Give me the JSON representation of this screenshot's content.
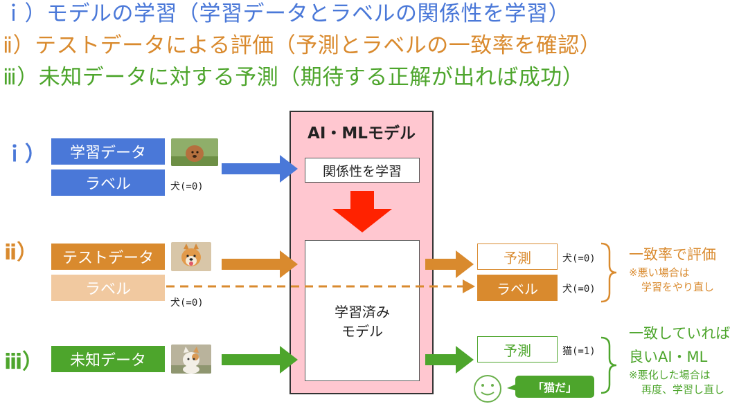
{
  "headings": {
    "line1": "ｉ）モデルの学習（学習データとラベルの関係性を学習）",
    "line2": "ⅱ）テストデータによる評価（予測とラベルの一致率を確認）",
    "line3": "ⅲ）未知データに対する予測（期待する正解が出れば成功）"
  },
  "rows": {
    "r1": {
      "roman": "ｉ）",
      "data_label": "学習データ",
      "label_label": "ラベル",
      "label_note": "犬(=0)"
    },
    "r2": {
      "roman": "ⅱ）",
      "data_label": "テストデータ",
      "label_label": "ラベル",
      "label_note": "犬(=0)"
    },
    "r3": {
      "roman": "ⅲ）",
      "data_label": "未知データ"
    }
  },
  "model": {
    "title": "AI・MLモデル",
    "relation_label": "関係性を学習",
    "trained_line1": "学習済み",
    "trained_line2": "モデル"
  },
  "outputs": {
    "pred1": "予測",
    "pred1_note": "犬(=0)",
    "label_out": "ラベル",
    "label_out_note": "犬(=0)",
    "pred2": "予測",
    "pred2_note": "猫(=1)",
    "speech": "「猫だ」"
  },
  "notes": {
    "eval_main": "一致率で評価",
    "eval_sub1": "※悪い場合は",
    "eval_sub2": "学習をやり直し",
    "good_main1": "一致していれば",
    "good_main2": "良いAI・ML",
    "good_sub1": "※悪化した場合は",
    "good_sub2": "再度、学習し直し"
  },
  "colors": {
    "blue": "#4a78d8",
    "orange": "#d98a2e",
    "light_orange": "#f1c9a0",
    "green": "#4da52c",
    "red": "#ff2200",
    "model_bg": "#ffc7d0"
  },
  "icons": [
    "smiley-face-icon",
    "poodle-photo",
    "shiba-photo",
    "cat-photo"
  ]
}
